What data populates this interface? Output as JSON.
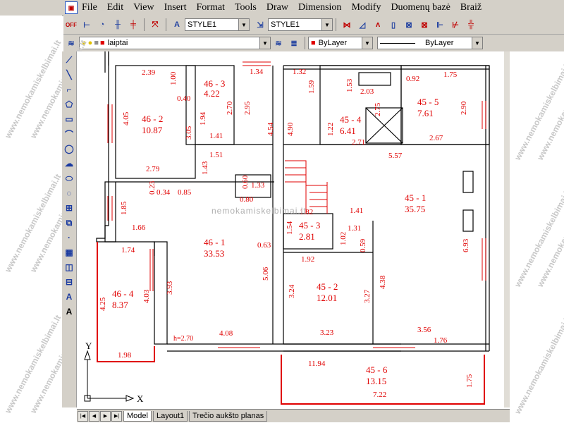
{
  "menu": [
    "File",
    "Edit",
    "View",
    "Insert",
    "Format",
    "Tools",
    "Draw",
    "Dimension",
    "Modify",
    "Duomenų bazė",
    "Braiž"
  ],
  "toolbar": {
    "text_style": "STYLE1",
    "dim_style": "STYLE1",
    "layer": "laiptai",
    "color": "ByLayer",
    "linetype": "ByLayer"
  },
  "tabs": [
    "Model",
    "Layout1",
    "Trečio aukšto planas"
  ],
  "watermark": "www.nemokamiskelbimai.lt",
  "watermark_center": "nemokamiskelbimai.lt",
  "colors": {
    "red": "#e00000",
    "black": "#000000"
  },
  "plan": {
    "rooms": [
      {
        "id": "46-2",
        "label": "46 - 2",
        "area": "10.87"
      },
      {
        "id": "46-3",
        "label": "46 - 3",
        "area": "4.22"
      },
      {
        "id": "46-1",
        "label": "46 - 1",
        "area": "33.53"
      },
      {
        "id": "46-4",
        "label": "46 - 4",
        "area": "8.37"
      },
      {
        "id": "45-4",
        "label": "45 - 4",
        "area": "6.41"
      },
      {
        "id": "45-5",
        "label": "45 - 5",
        "area": "7.61"
      },
      {
        "id": "45-1",
        "label": "45 - 1",
        "area": "35.75"
      },
      {
        "id": "45-3",
        "label": "45 - 3",
        "area": "2.81"
      },
      {
        "id": "45-2",
        "label": "45 - 2",
        "area": "12.01"
      },
      {
        "id": "45-6",
        "label": "45 - 6",
        "area": "13.15"
      }
    ],
    "dims": [
      "2.39",
      "1.00",
      "0.40",
      "1.34",
      "1.32",
      "1.59",
      "1.53",
      "2.03",
      "0.92",
      "1.75",
      "2.95",
      "2.70",
      "1.94",
      "1.41",
      "4.05",
      "3.05",
      "4.54",
      "4.90",
      "1.22",
      "2.71",
      "2.75",
      "2.90",
      "2.67",
      "1.51",
      "1.43",
      "5.57",
      "2.79",
      "0.60",
      "1.33",
      "0.23",
      "0.34",
      "0.85",
      "0.80",
      "0.63",
      "1.85",
      "1.82",
      "1.41",
      "1.66",
      "1.54",
      "1.31",
      "1.02",
      "0.59",
      "1.74",
      "1.92",
      "6.93",
      "3.93",
      "5.06",
      "4.25",
      "4.03",
      "3.24",
      "3.27",
      "4.38",
      "4.08",
      "3.23",
      "3.56",
      "1.76",
      "h=2.70",
      "1.98",
      "11.94",
      "1.75",
      "7.22"
    ],
    "axis_x": "X",
    "axis_y": "Y"
  }
}
